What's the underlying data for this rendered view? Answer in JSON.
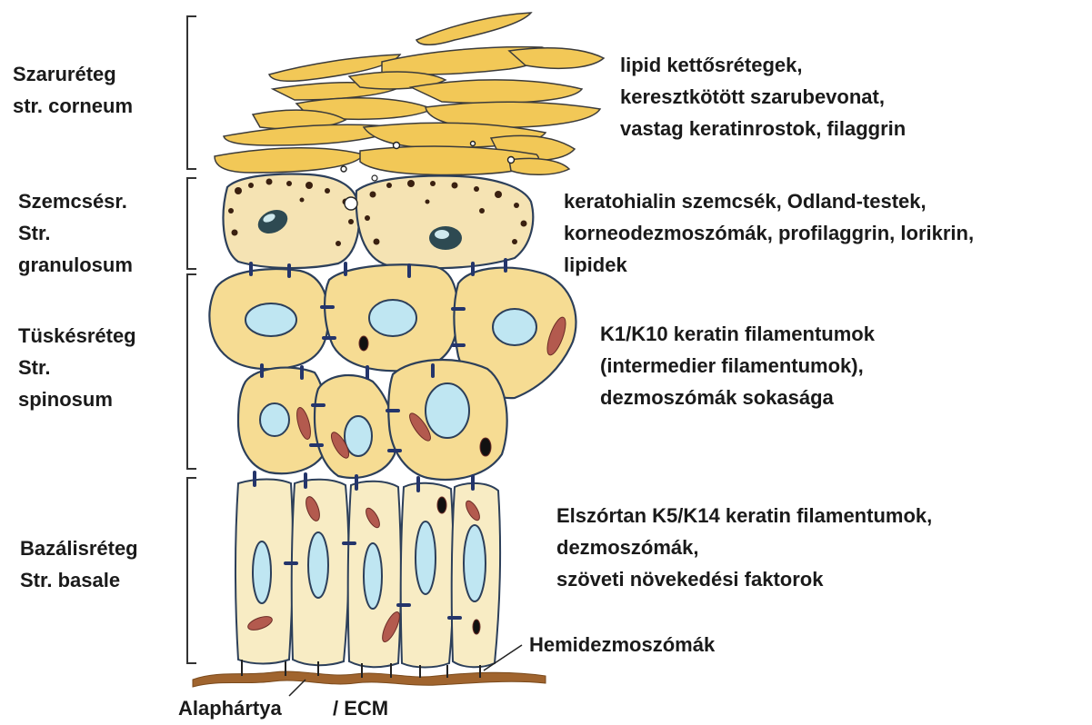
{
  "colors": {
    "cell_fill_light": "#f8ecc4",
    "cell_fill_spinous": "#f6dc93",
    "corneum_fill": "#f2c857",
    "outline": "#2c3f5a",
    "nucleus_fill": "#bfe6f2",
    "nucleus_dark": "#2e4a52",
    "granule": "#3a2010",
    "mitochondria": "#b35a4e",
    "basement": "#a0642e",
    "desmosome": "#24356b",
    "bracket": "#333333"
  },
  "layers": [
    {
      "id": "corneum",
      "label_lines": [
        "Szaruréteg",
        "str. corneum"
      ],
      "desc_lines": [
        "lipid kettősrétegek,",
        "keresztkötött szarubevonat,",
        "vastag keratinrostok, filaggrin"
      ]
    },
    {
      "id": "granulosum",
      "label_lines": [
        "Szemcsésr.",
        "Str.",
        "granulosum"
      ],
      "desc_lines": [
        "keratohialin szemcsék, Odland-testek,",
        "korneodezmoszómák, profilaggrin, lorikrin,",
        "lipidek"
      ]
    },
    {
      "id": "spinosum",
      "label_lines": [
        "Tüskésréteg",
        "Str.",
        "spinosum"
      ],
      "desc_lines": [
        "K1/K10 keratin filamentumok",
        "(intermedier filamentumok),",
        "dezmoszómák sokasága"
      ]
    },
    {
      "id": "basale",
      "label_lines": [
        "Bazálisréteg",
        "Str. basale"
      ],
      "desc_lines": [
        "Elszórtan K5/K14 keratin filamentumok,",
        "dezmoszómák,",
        "szöveti növekedési faktorok"
      ]
    }
  ],
  "callouts": {
    "hemidesmosome": "Hemidezmoszómák",
    "basement_a": "Alaphártya",
    "basement_b": "/ ECM"
  }
}
